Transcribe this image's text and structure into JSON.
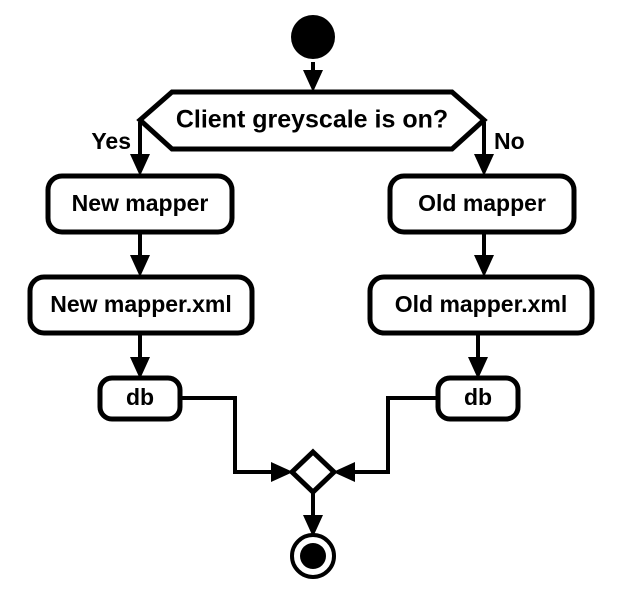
{
  "diagram": {
    "title": "Client greyscale mapper selection activity diagram",
    "type": "uml-activity-diagram",
    "colors": {
      "background": "#ffffff",
      "stroke": "#000000",
      "fill": "#ffffff",
      "text": "#000000"
    },
    "nodes": {
      "start": {
        "kind": "initial-node"
      },
      "decision": {
        "kind": "decision",
        "label": "Client greyscale is on?"
      },
      "new_mapper": {
        "kind": "activity",
        "label": "New mapper"
      },
      "new_mapper_xml": {
        "kind": "activity",
        "label": "New mapper.xml"
      },
      "old_mapper": {
        "kind": "activity",
        "label": "Old mapper"
      },
      "old_mapper_xml": {
        "kind": "activity",
        "label": "Old mapper.xml"
      },
      "db_left": {
        "kind": "activity",
        "label": "db"
      },
      "db_right": {
        "kind": "activity",
        "label": "db"
      },
      "merge": {
        "kind": "merge-node"
      },
      "end": {
        "kind": "final-node"
      }
    },
    "guards": {
      "yes": "Yes",
      "no": "No"
    }
  }
}
